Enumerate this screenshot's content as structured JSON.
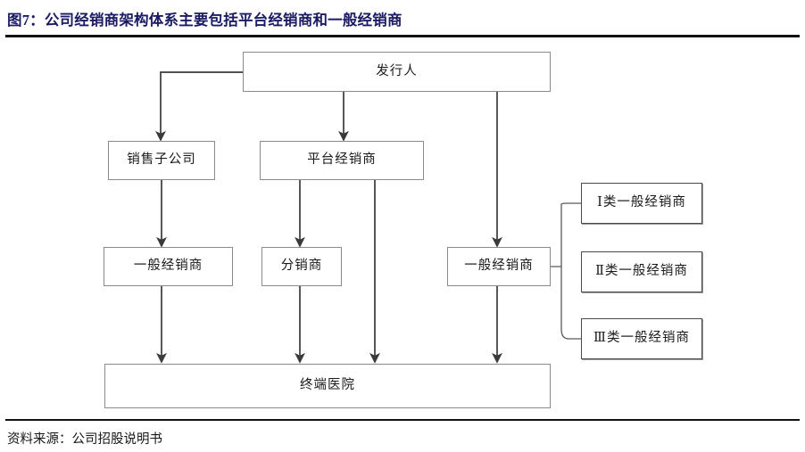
{
  "header": {
    "figure_title": "图7：公司经销商架构体系主要包括平台经销商和一般经销商"
  },
  "footer": {
    "source": "资料来源：公司招股说明书"
  },
  "colors": {
    "title": "#1b1b63",
    "rule": "#111111",
    "box_border": "#8a8a8a",
    "box_border_heavy": "#4a4a4a",
    "connector": "#3a3a3a",
    "background": "#ffffff"
  },
  "diagram": {
    "nodes": [
      {
        "id": "issuer",
        "label": "发行人"
      },
      {
        "id": "sales-sub",
        "label": "销售子公司"
      },
      {
        "id": "platform-dist",
        "label": "平台经销商"
      },
      {
        "id": "general-dist-left",
        "label": "一般经销商"
      },
      {
        "id": "sub-dist",
        "label": "分销商"
      },
      {
        "id": "general-dist-right",
        "label": "一般经销商"
      },
      {
        "id": "class-1",
        "label": "Ⅰ类一般经销商"
      },
      {
        "id": "class-2",
        "label": "Ⅱ类一般经销商"
      },
      {
        "id": "class-3",
        "label": "Ⅲ类一般经销商"
      },
      {
        "id": "terminal-hospital",
        "label": "终端医院"
      }
    ],
    "edges": [
      {
        "from": "issuer",
        "to": "sales-sub",
        "style": "elbow-left-down"
      },
      {
        "from": "issuer",
        "to": "platform-dist",
        "style": "straight-down"
      },
      {
        "from": "issuer",
        "to": "general-dist-right",
        "style": "straight-down"
      },
      {
        "from": "sales-sub",
        "to": "general-dist-left",
        "style": "straight-down"
      },
      {
        "from": "platform-dist",
        "to": "sub-dist",
        "style": "straight-down"
      },
      {
        "from": "platform-dist",
        "to": "terminal-hospital",
        "style": "straight-down"
      },
      {
        "from": "general-dist-left",
        "to": "terminal-hospital",
        "style": "straight-down"
      },
      {
        "from": "sub-dist",
        "to": "terminal-hospital",
        "style": "straight-down"
      },
      {
        "from": "general-dist-right",
        "to": "terminal-hospital",
        "style": "straight-down"
      },
      {
        "from": "general-dist-right",
        "to": "class-1",
        "style": "bracket"
      },
      {
        "from": "general-dist-right",
        "to": "class-2",
        "style": "bracket"
      },
      {
        "from": "general-dist-right",
        "to": "class-3",
        "style": "bracket"
      }
    ]
  }
}
